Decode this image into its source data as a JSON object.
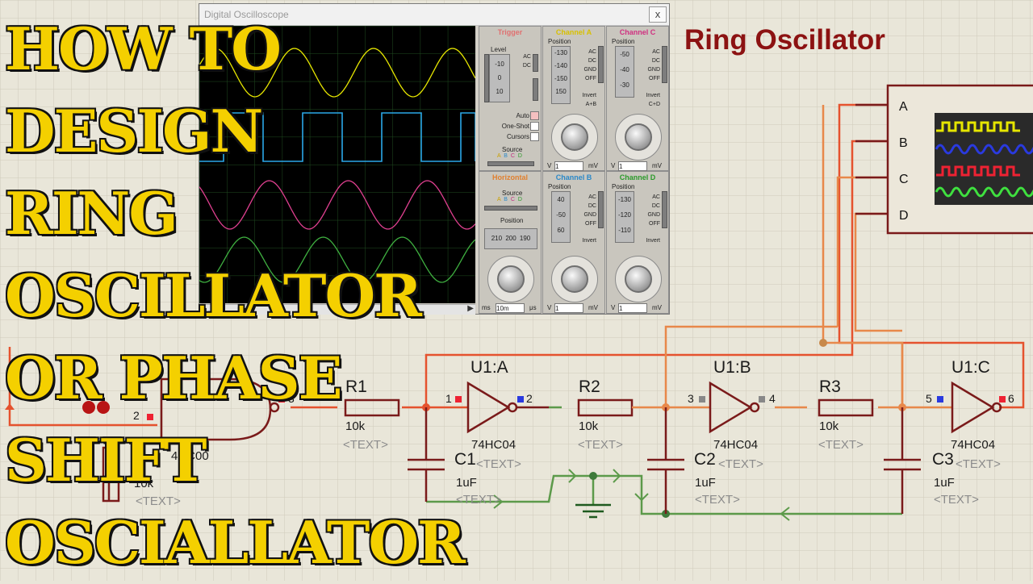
{
  "headline": {
    "lines": [
      "HOW TO",
      "DESIGN",
      "RING",
      "OSCILLATOR",
      "OR PHASE",
      "SHIFT",
      "OSCIALLATOR"
    ]
  },
  "schematic_title": "Ring Oscillator",
  "colors": {
    "headline_fill": "#f4d000",
    "title": "#8c1212",
    "wire_red": "#e5522e",
    "wire_orange": "#e8884a",
    "wire_green": "#5c9a4a",
    "component": "#7a1a1a",
    "trace_a": "#e6e600",
    "trace_b": "#2aa8e8",
    "trace_c": "#e04090",
    "trace_d": "#3fb040"
  },
  "oscilloscope": {
    "window_title": "Digital Oscilloscope",
    "close_label": "x",
    "trigger": {
      "title": "Trigger",
      "level_label": "Level",
      "level_ticks": [
        "-10",
        "0",
        "10"
      ],
      "modes": [
        "AC",
        "DC"
      ],
      "auto_label": "Auto",
      "one_shot_label": "One-Shot",
      "cursors_label": "Cursors",
      "source_label": "Source",
      "source_letters": [
        "A",
        "B",
        "C",
        "D"
      ]
    },
    "channel_a": {
      "title": "Channel A",
      "position_label": "Position",
      "position_ticks": [
        "-130",
        "-140",
        "-150",
        "150"
      ],
      "modes": [
        "AC",
        "DC",
        "GND",
        "OFF"
      ],
      "invert_label": "Invert",
      "combine_label": "A+B",
      "scale_value": "1",
      "unit": "mV",
      "unit_left": "V"
    },
    "channel_b": {
      "title": "Channel B",
      "position_label": "Position",
      "position_ticks": [
        "40",
        "-50",
        "60"
      ],
      "modes": [
        "AC",
        "DC",
        "GND",
        "OFF"
      ],
      "invert_label": "Invert",
      "scale_value": "1",
      "unit": "mV",
      "unit_left": "V"
    },
    "channel_c": {
      "title": "Channel C",
      "position_label": "Position",
      "position_ticks": [
        "-50",
        "-40",
        "-30"
      ],
      "modes": [
        "AC",
        "DC",
        "GND",
        "OFF"
      ],
      "invert_label": "Invert",
      "combine_label": "C+D",
      "scale_value": "1",
      "unit": "mV",
      "unit_left": "V"
    },
    "channel_d": {
      "title": "Channel D",
      "position_label": "Position",
      "position_ticks": [
        "-130",
        "-120",
        "-110"
      ],
      "modes": [
        "AC",
        "DC",
        "GND",
        "OFF"
      ],
      "invert_label": "Invert",
      "scale_value": "1",
      "unit": "mV",
      "unit_left": "V"
    },
    "horizontal": {
      "title": "Horizontal",
      "source_label": "Source",
      "source_letters": [
        "A",
        "B",
        "C",
        "D"
      ],
      "position_label": "Position",
      "position_ticks": [
        "210",
        "200",
        "190"
      ],
      "scale_value": "10m",
      "unit_left": "ms",
      "unit_right": "μs"
    }
  },
  "logic_analyzer": {
    "channels": [
      "A",
      "B",
      "C",
      "D"
    ]
  },
  "components": {
    "r1": {
      "ref": "R1",
      "value": "10k",
      "text": "<TEXT>"
    },
    "r2": {
      "ref": "R2",
      "value": "10k",
      "text": "<TEXT>"
    },
    "r3": {
      "ref": "R3",
      "value": "10k",
      "text": "<TEXT>"
    },
    "r_partial": {
      "value": "10k",
      "text": "<TEXT>"
    },
    "c1": {
      "ref": "C1",
      "value": "1uF",
      "text": "<TEXT>"
    },
    "c2": {
      "ref": "C2",
      "value": "1uF",
      "text": "<TEXT>"
    },
    "c3": {
      "ref": "C3",
      "value": "1uF",
      "text": "<TEXT>"
    },
    "u1a": {
      "ref": "U1:A",
      "part": "74HC04",
      "text": "<TEXT>",
      "pin_in": "1",
      "pin_out": "2"
    },
    "u1b": {
      "ref": "U1:B",
      "part": "74HC04",
      "text": "<TEXT>",
      "pin_in": "3",
      "pin_out": "4"
    },
    "u1c": {
      "ref": "U1:C",
      "part": "74HC04",
      "text": "<TEXT>",
      "pin_in": "5",
      "pin_out": "6"
    },
    "gate_partial": {
      "pin_out": "3",
      "pin_in": "2",
      "part_fragment": "4HC00"
    }
  }
}
